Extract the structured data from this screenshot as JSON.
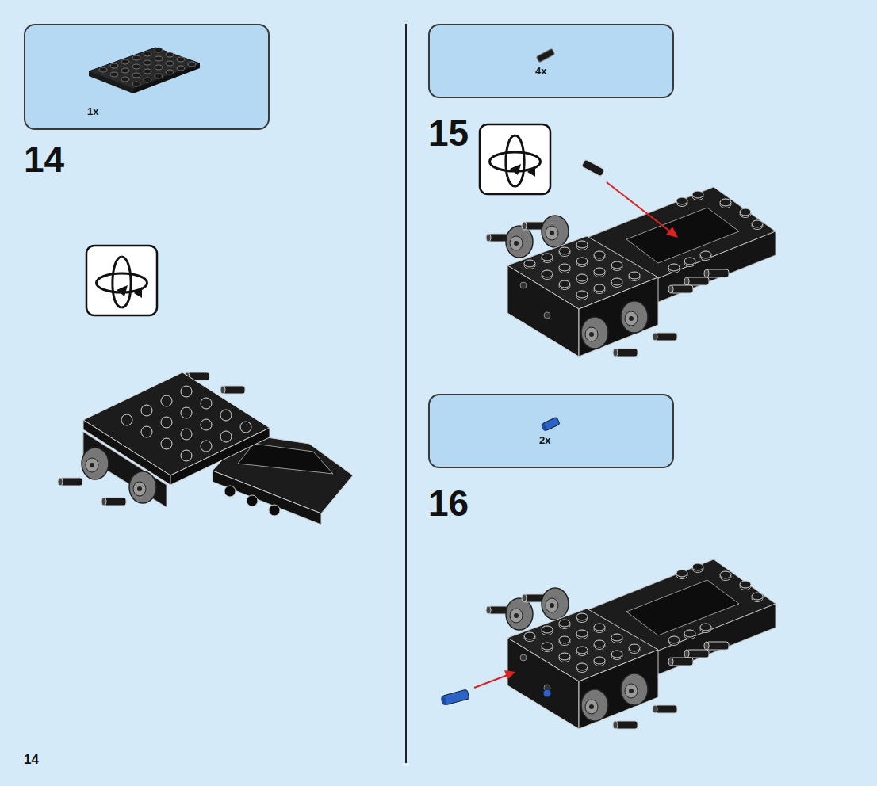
{
  "diagram": {
    "nodes": [
      {
        "text": [
          "1x"
        ]
      },
      {
        "text": [
          "4x"
        ]
      },
      {
        "text": [
          "2x"
        ]
      }
    ],
    "labels": [
      "14",
      "15",
      "16",
      "14"
    ]
  }
}
